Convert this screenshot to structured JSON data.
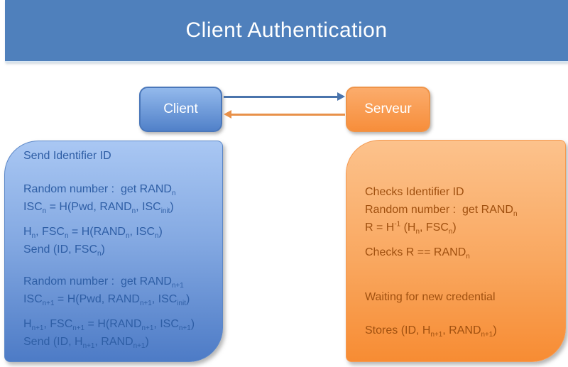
{
  "title": "Client Authentication",
  "colors": {
    "title_bar": "#4f80bc",
    "title_text": "#ffffff",
    "client_box_top": "#93b9ec",
    "client_box_bottom": "#5181c9",
    "client_box_border": "#4a77ba",
    "server_box_top": "#fbac6c",
    "server_box_bottom": "#f78e3b",
    "server_box_border": "#ef9449",
    "left_panel_top": "#a9c7f3",
    "left_panel_bottom": "#4d7bc6",
    "left_panel_border": "#5b87c7",
    "right_panel_top": "#fcc28c",
    "right_panel_bottom": "#f78c33",
    "left_panel_text": "#2e5ea5",
    "right_panel_text": "#a0500f",
    "arrow_blue": "#4a74ac",
    "arrow_orange": "#e8914a"
  },
  "nodes": {
    "client": {
      "label": "Client"
    },
    "server": {
      "label": "Serveur"
    }
  },
  "left_panel": {
    "lines": [
      {
        "text": "Send Identifier ID",
        "space": 0
      },
      {
        "text": "Random number :  get RAND_{n}",
        "space": 22
      },
      {
        "text": "ISC_{n} = H(Pwd, RAND_{n}, ISC_{init})",
        "space": 0
      },
      {
        "text": "H_{n}, FSC_{n} = H(RAND_{n}, ISC_{n})",
        "space": 10
      },
      {
        "text": "Send (ID, FSC_{n})",
        "space": 0
      },
      {
        "text": "Random number :  get RAND_{n+1}",
        "space": 20
      },
      {
        "text": "ISC_{n+1} = H(Pwd, RAND_{n+1}, ISC_{init})",
        "space": 0
      },
      {
        "text": "H_{n+1}, FSC_{n+1} = H(RAND_{n+1}, ISC_{n+1})",
        "space": 10
      },
      {
        "text": "Send (ID, H_{n+1}, RAND_{n+1})",
        "space": 0
      }
    ]
  },
  "right_panel": {
    "lines": [
      {
        "text": "Checks Identifier ID",
        "space": 0
      },
      {
        "text": "Random number :  get RAND_{n}",
        "space": 0
      },
      {
        "text": "R = H^{-1} (H_{n}, FSC_{n})",
        "space": 0
      },
      {
        "text": "Checks R == RAND_{n}",
        "space": 10
      },
      {
        "text": "Waiting for new credential",
        "space": 38
      },
      {
        "text": "Stores (ID, H_{n+1}, RAND_{n+1})",
        "space": 22
      }
    ]
  }
}
